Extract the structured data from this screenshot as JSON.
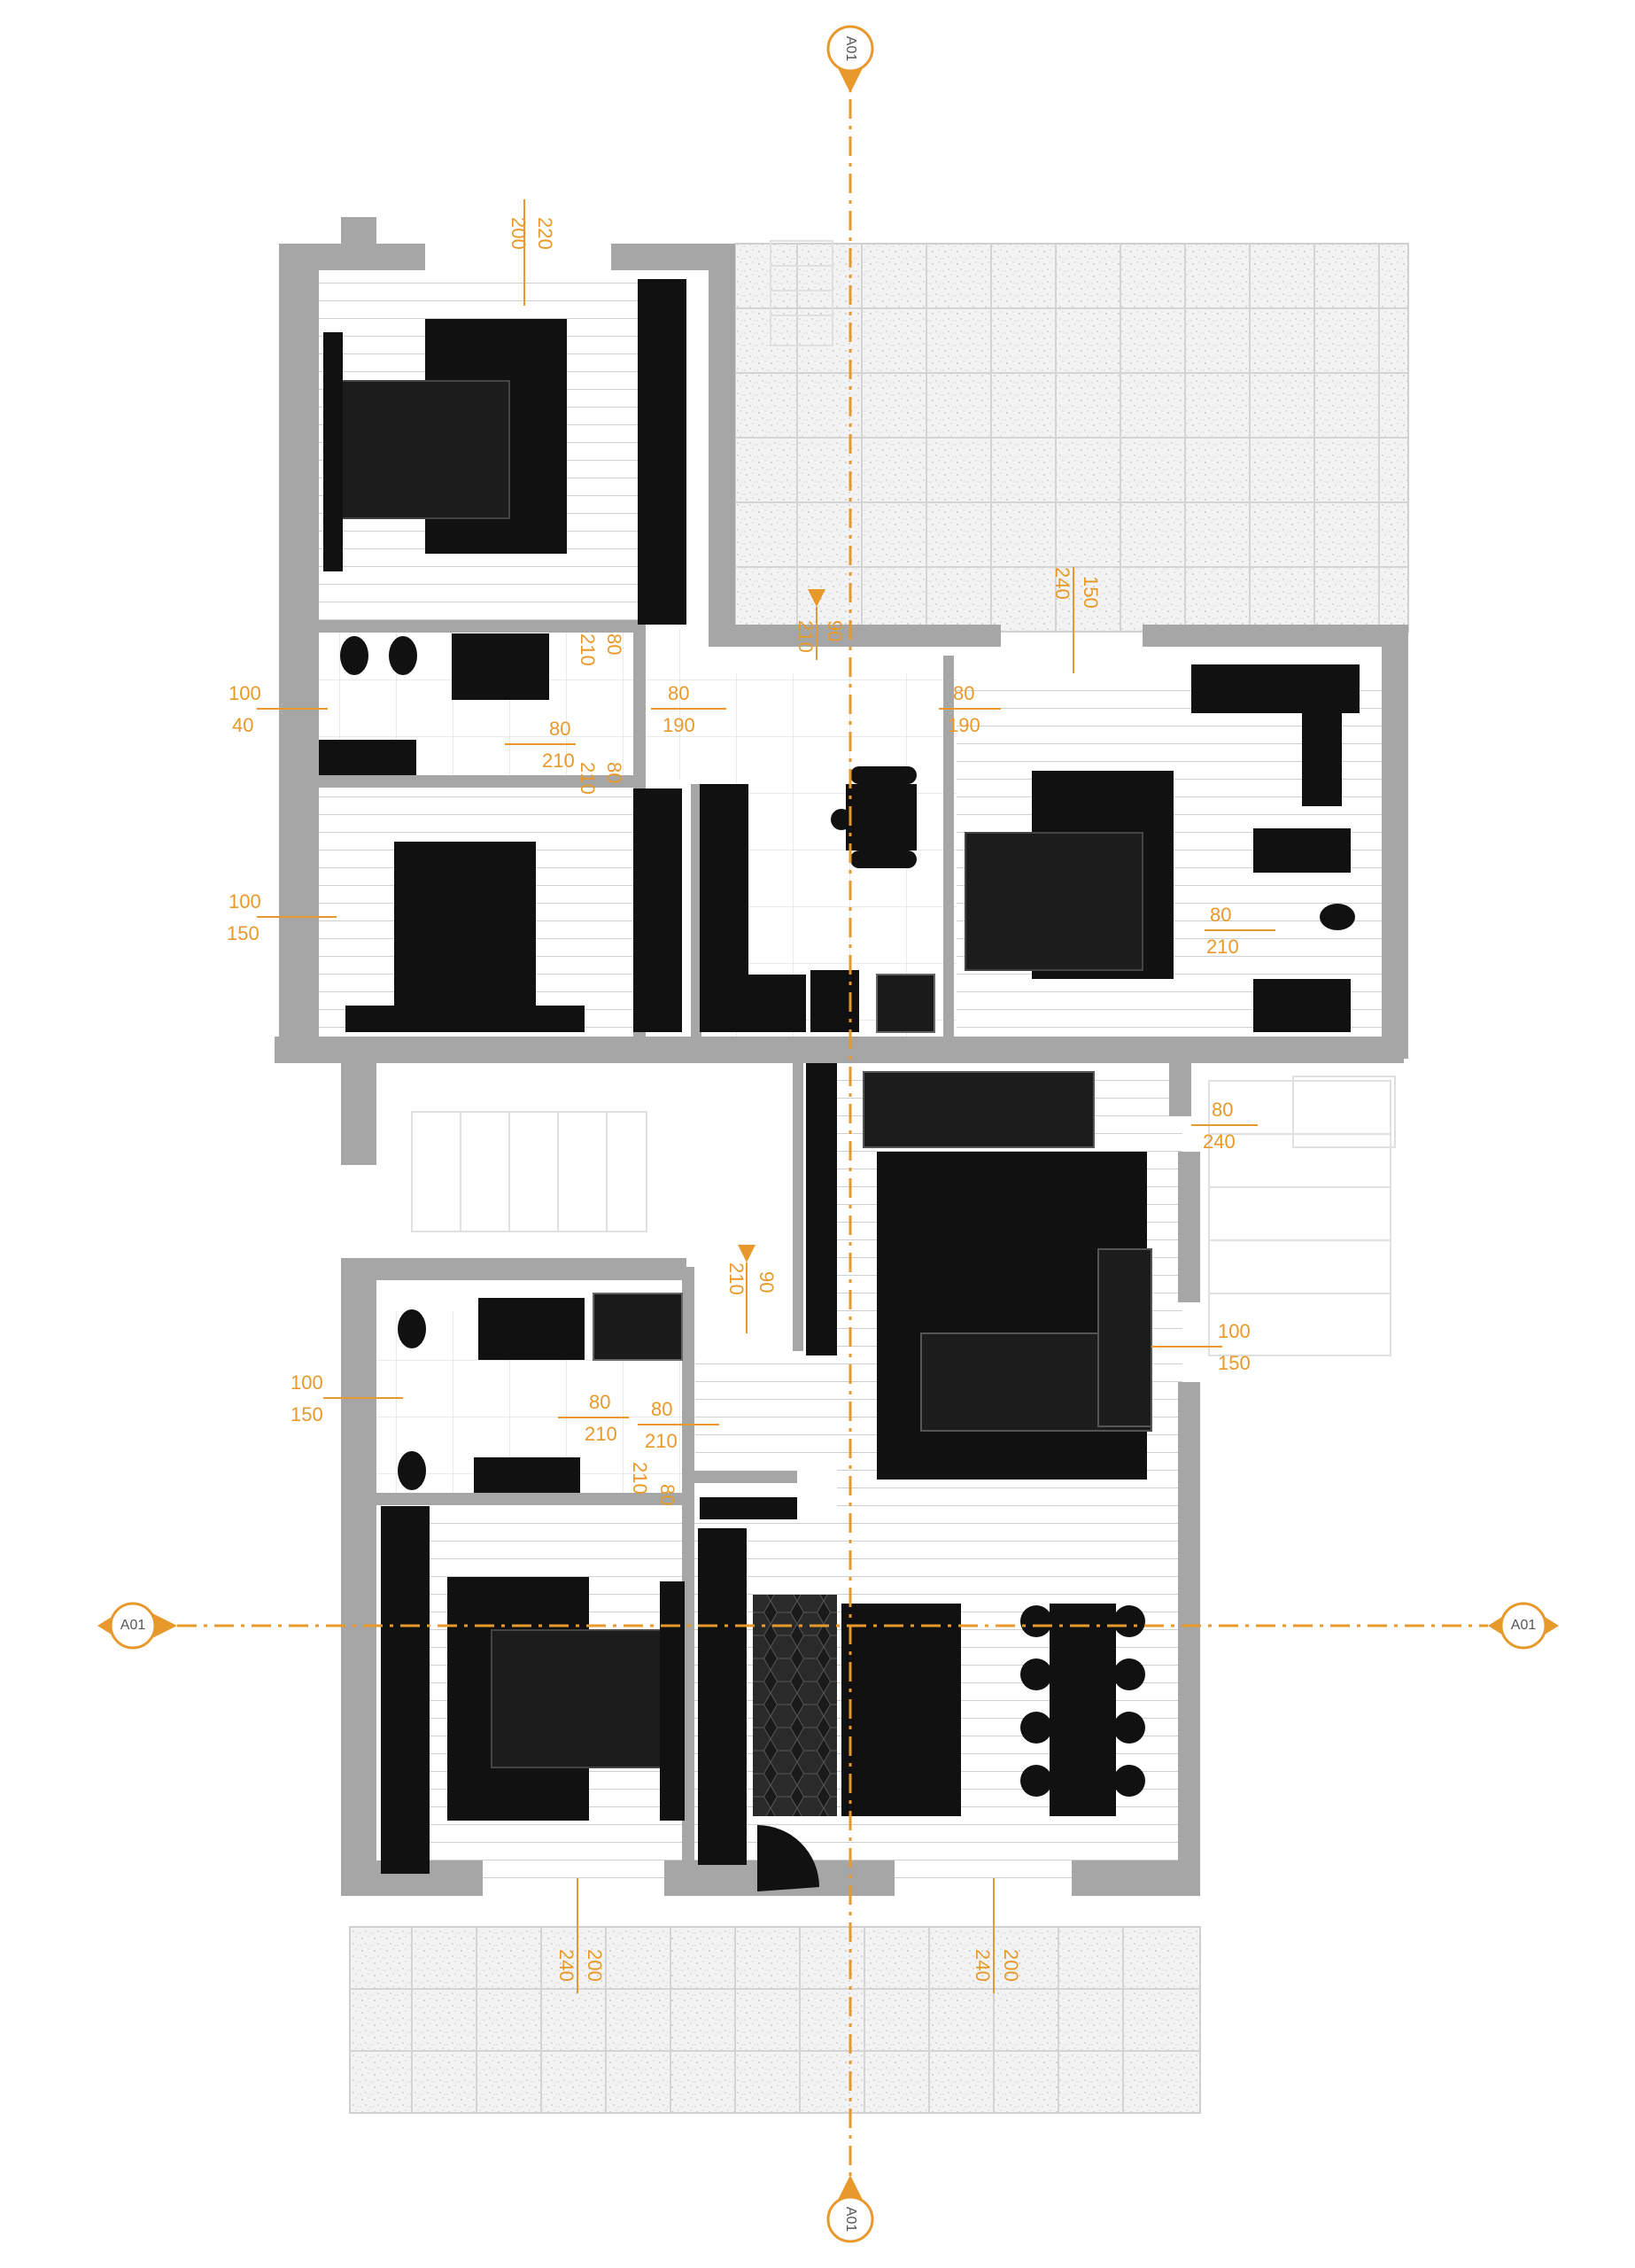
{
  "colors": {
    "wall": "#a6a6a6",
    "furniture": "#111111",
    "floor_line": "#c9c9c9",
    "accent": "#e8992b",
    "terrace": "#f1f1f1",
    "ghost": "#e2e2e2"
  },
  "section_marker": "A01",
  "dimensions": {
    "bed1_window": [
      "200",
      "220"
    ],
    "bath1_door": [
      "80",
      "210"
    ],
    "bath1_window": [
      "100",
      "40"
    ],
    "bed1_door": [
      "80",
      "210"
    ],
    "bath1_door2": [
      "80",
      "210"
    ],
    "hall_bath_door": [
      "80",
      "190"
    ],
    "bed2_window": [
      "100",
      "150"
    ],
    "bed2_door": [
      "210",
      "80"
    ],
    "entry_door": [
      "90",
      "210"
    ],
    "bed3_window": [
      "150",
      "240"
    ],
    "bed3_door": [
      "80",
      "190"
    ],
    "bath3_door": [
      "80",
      "210"
    ],
    "living_door": [
      "80",
      "240"
    ],
    "stair_door": [
      "90",
      "210"
    ],
    "bath2_door": [
      "80",
      "210"
    ],
    "hall2_door": [
      "80",
      "210"
    ],
    "bath2_window": [
      "100",
      "150"
    ],
    "bed4_door": [
      "210",
      "80"
    ],
    "living_window": [
      "100",
      "150"
    ],
    "bed4_window": [
      "200",
      "240"
    ],
    "dining_window": [
      "200",
      "240"
    ]
  }
}
